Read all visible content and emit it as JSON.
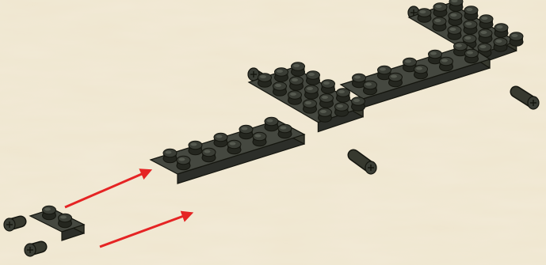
{
  "illustration": {
    "subject": "lego-build-instruction-step",
    "colors": {
      "background": "#efe6cf",
      "brick_top": "#454840",
      "brick_left_face": "#2c2e29",
      "brick_right_face": "#37392f",
      "stud_top": "#3a3d35",
      "stud_side": "#24261f",
      "outline": "#15160f",
      "arrow": "#e52424"
    },
    "arrows": [
      {
        "name": "upper-assembly-arrow",
        "points_to": "right-angle-plate"
      },
      {
        "name": "lower-assembly-arrow",
        "points_to": "right-angle-plate"
      }
    ]
  }
}
